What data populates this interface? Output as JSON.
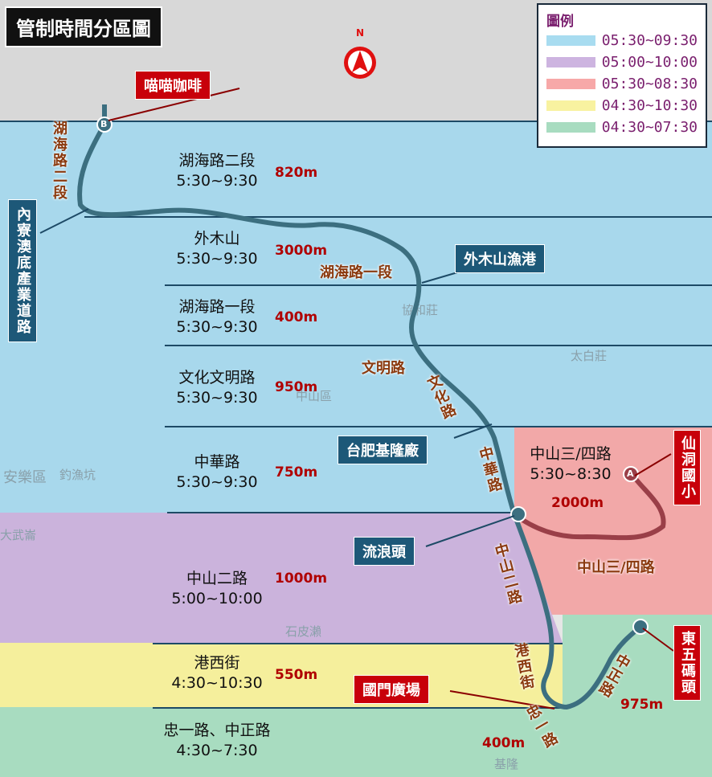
{
  "title": "管制時間分區圖",
  "compass": "N",
  "legend": {
    "title": "圖例",
    "items": [
      {
        "label": "05:30~09:30",
        "color": "#a8dcf0"
      },
      {
        "label": "05:00~10:00",
        "color": "#cdb4e0"
      },
      {
        "label": "05:30~08:30",
        "color": "#f7a8a8"
      },
      {
        "label": "04:30~10:30",
        "color": "#f8f2a0"
      },
      {
        "label": "04:30~07:30",
        "color": "#a8dcc0"
      }
    ]
  },
  "zones": [
    {
      "name": "湖海路二段",
      "time": "5:30~9:30",
      "dist": "820m"
    },
    {
      "name": "外木山",
      "time": "5:30~9:30",
      "dist": "3000m"
    },
    {
      "name": "湖海路一段",
      "time": "5:30~9:30",
      "dist": "400m"
    },
    {
      "name": "文化文明路",
      "time": "5:30~9:30",
      "dist": "950m"
    },
    {
      "name": "中華路",
      "time": "5:30~9:30",
      "dist": "750m"
    },
    {
      "name": "中山三/四路",
      "time": "5:30~8:30",
      "dist": "2000m"
    },
    {
      "name": "中山二路",
      "time": "5:00~10:00",
      "dist": "1000m"
    },
    {
      "name": "港西街",
      "time": "4:30~10:30",
      "dist": "550m"
    },
    {
      "name": "忠一路、中正路",
      "time": "4:30~7:30",
      "dist": "400m"
    },
    {
      "name": "中正路",
      "dist": "975m"
    }
  ],
  "roads": {
    "hh2": "湖海路二段",
    "hh1": "湖海路一段",
    "wm": "文明路",
    "wh": "文化路",
    "zh": "中華路",
    "zs34": "中山三/四路",
    "zs2": "中山二路",
    "gx": "港西街",
    "zy": "忠一路",
    "zz": "中正路"
  },
  "callouts": {
    "cafe": "喵喵咖啡",
    "neiliao": "內寮澳底產業道路",
    "wms": "外木山漁港",
    "taifei": "台肥基隆廠",
    "liulang": "流浪頭",
    "xiandong": "仙洞國小",
    "guomen": "國門廣場",
    "dongwu": "東五碼頭"
  },
  "markers": {
    "b": "B",
    "a": "A"
  },
  "places": [
    "安樂區",
    "釣漁坑",
    "中山區",
    "太白莊",
    "石皮瀨",
    "大武崙",
    "基隆",
    "協和莊"
  ]
}
